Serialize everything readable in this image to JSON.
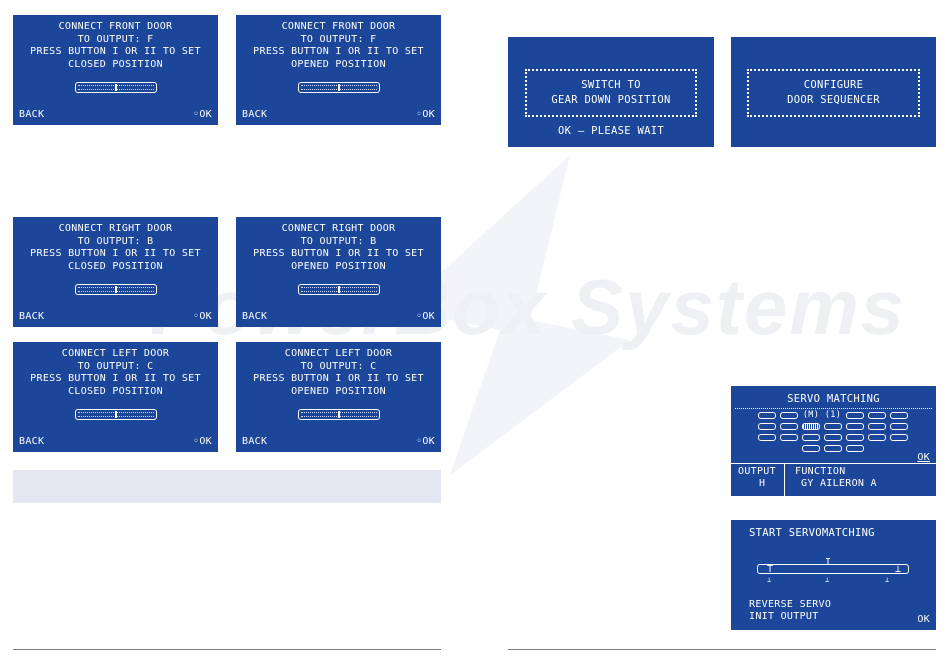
{
  "watermark": {
    "text": "PowerBox Systems"
  },
  "door_screens": [
    {
      "lines": [
        "CONNECT FRONT DOOR",
        "TO OUTPUT:  F",
        "PRESS BUTTON  I OR II  TO SET",
        "CLOSED POSITION"
      ],
      "back": "BACK",
      "ok": "◦OK"
    },
    {
      "lines": [
        "CONNECT FRONT DOOR",
        "TO OUTPUT:  F",
        "PRESS BUTTON  I OR II  TO SET",
        "OPENED POSITION"
      ],
      "back": "BACK",
      "ok": "◦OK"
    },
    {
      "lines": [
        "CONNECT RIGHT DOOR",
        "TO OUTPUT:  B",
        "PRESS BUTTON  I OR II  TO SET",
        "CLOSED POSITION"
      ],
      "back": "BACK",
      "ok": "◦OK"
    },
    {
      "lines": [
        "CONNECT RIGHT DOOR",
        "TO OUTPUT:  B",
        "PRESS BUTTON  I OR II  TO SET",
        "OPENED POSITION"
      ],
      "back": "BACK",
      "ok": "◦OK"
    },
    {
      "lines": [
        "CONNECT LEFT DOOR",
        "TO OUTPUT:  C",
        "PRESS BUTTON  I OR II  TO SET",
        "CLOSED POSITION"
      ],
      "back": "BACK",
      "ok": "◦OK"
    },
    {
      "lines": [
        "CONNECT LEFT DOOR",
        "TO OUTPUT:  C",
        "PRESS BUTTON  I OR II  TO SET",
        "OPENED POSITION"
      ],
      "back": "BACK",
      "ok": "◦OK"
    }
  ],
  "gear_screen": {
    "line1": "SWITCH TO",
    "line2": "GEAR DOWN POSITION",
    "status": "OK – PLEASE WAIT"
  },
  "config_screen": {
    "line1": "CONFIGURE",
    "line2": "DOOR SEQUENCER"
  },
  "servo_matching": {
    "title": "SERVO MATCHING",
    "grid_labels": [
      "(M)",
      "(1)"
    ],
    "ok": "OK",
    "output_label": "OUTPUT",
    "output_value": "H",
    "function_label": "FUNCTION",
    "function_value": "GY AILERON A"
  },
  "servo_start": {
    "title": "START SERVOMATCHING",
    "line1": "REVERSE SERVO",
    "line2": "INIT OUTPUT",
    "ok": "OK"
  }
}
